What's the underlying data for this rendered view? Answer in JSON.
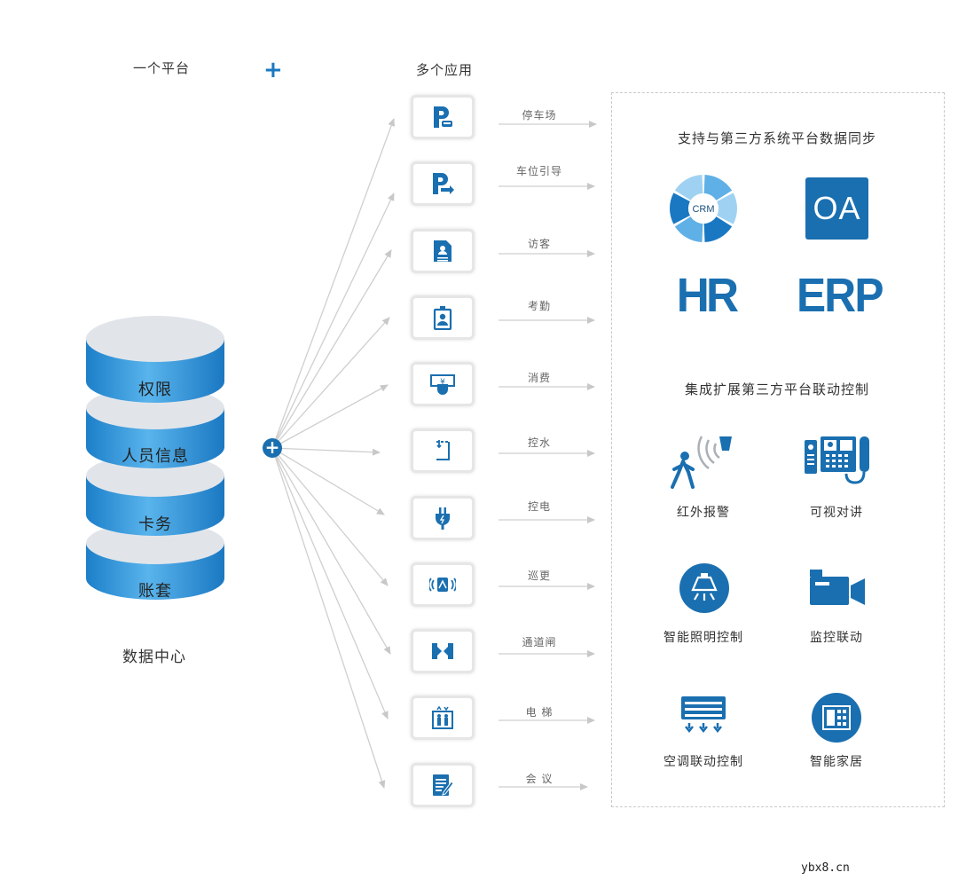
{
  "header": {
    "platform": "一个平台",
    "plus": "+",
    "apps": "多个应用"
  },
  "database": {
    "layers": [
      "权限",
      "人员信息",
      "卡务",
      "账套"
    ],
    "title": "数据中心",
    "hub_symbol": "+"
  },
  "apps": [
    {
      "label": "停车场",
      "icon": "parking-icon"
    },
    {
      "label": "车位引导",
      "icon": "parking-guide-icon"
    },
    {
      "label": "访客",
      "icon": "visitor-icon"
    },
    {
      "label": "考勤",
      "icon": "attendance-icon"
    },
    {
      "label": "消费",
      "icon": "consumption-icon"
    },
    {
      "label": "控水",
      "icon": "water-control-icon"
    },
    {
      "label": "控电",
      "icon": "power-control-icon"
    },
    {
      "label": "巡更",
      "icon": "patrol-icon"
    },
    {
      "label": "通道闸",
      "icon": "turnstile-icon"
    },
    {
      "label": "电 梯",
      "icon": "elevator-icon"
    },
    {
      "label": "会 议",
      "icon": "meeting-icon"
    }
  ],
  "panel": {
    "sync_title": "支持与第三方系统平台数据同步",
    "systems": {
      "crm": {
        "center": "CRM",
        "ring_colors": [
          "#1a78c2",
          "#5fb0e6",
          "#9fd2f2"
        ]
      },
      "oa": "OA",
      "hr": "HR",
      "erp": "ERP"
    },
    "control_title": "集成扩展第三方平台联动控制",
    "controls": [
      {
        "label": "红外报警",
        "icon": "infrared-alarm-icon"
      },
      {
        "label": "可视对讲",
        "icon": "video-intercom-icon"
      },
      {
        "label": "智能照明控制",
        "icon": "smart-lighting-icon"
      },
      {
        "label": "监控联动",
        "icon": "surveillance-camera-icon"
      },
      {
        "label": "空调联动控制",
        "icon": "air-conditioner-icon"
      },
      {
        "label": "智能家居",
        "icon": "smart-home-icon"
      }
    ]
  },
  "colors": {
    "accent": "#1a78c2",
    "db_blue": "#2a8fd6",
    "db_top": "#e1e5ea"
  },
  "watermark": "ybx8.cn"
}
